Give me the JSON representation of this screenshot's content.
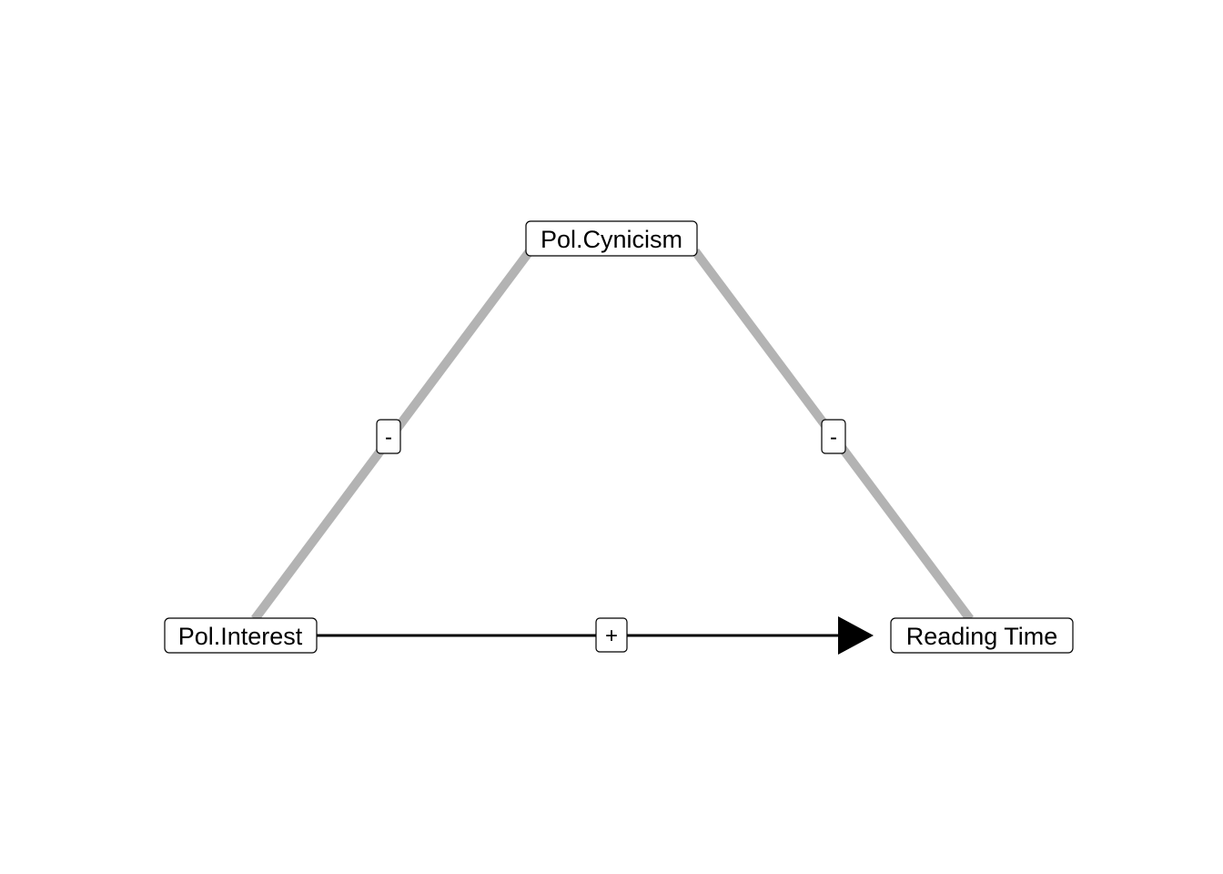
{
  "nodes": {
    "cynicism": {
      "label": "Pol.Cynicism"
    },
    "interest": {
      "label": "Pol.Interest"
    },
    "reading_time": {
      "label": "Reading Time"
    }
  },
  "edges": {
    "interest_cynicism": {
      "from": "Pol.Interest",
      "to": "Pol.Cynicism",
      "sign": "-",
      "color": "#b3b3b3",
      "directed": false
    },
    "cynicism_reading": {
      "from": "Pol.Cynicism",
      "to": "Reading Time",
      "sign": "-",
      "color": "#b3b3b3",
      "directed": false
    },
    "interest_reading": {
      "from": "Pol.Interest",
      "to": "Reading Time",
      "sign": "+",
      "color": "#000000",
      "directed": true
    }
  }
}
